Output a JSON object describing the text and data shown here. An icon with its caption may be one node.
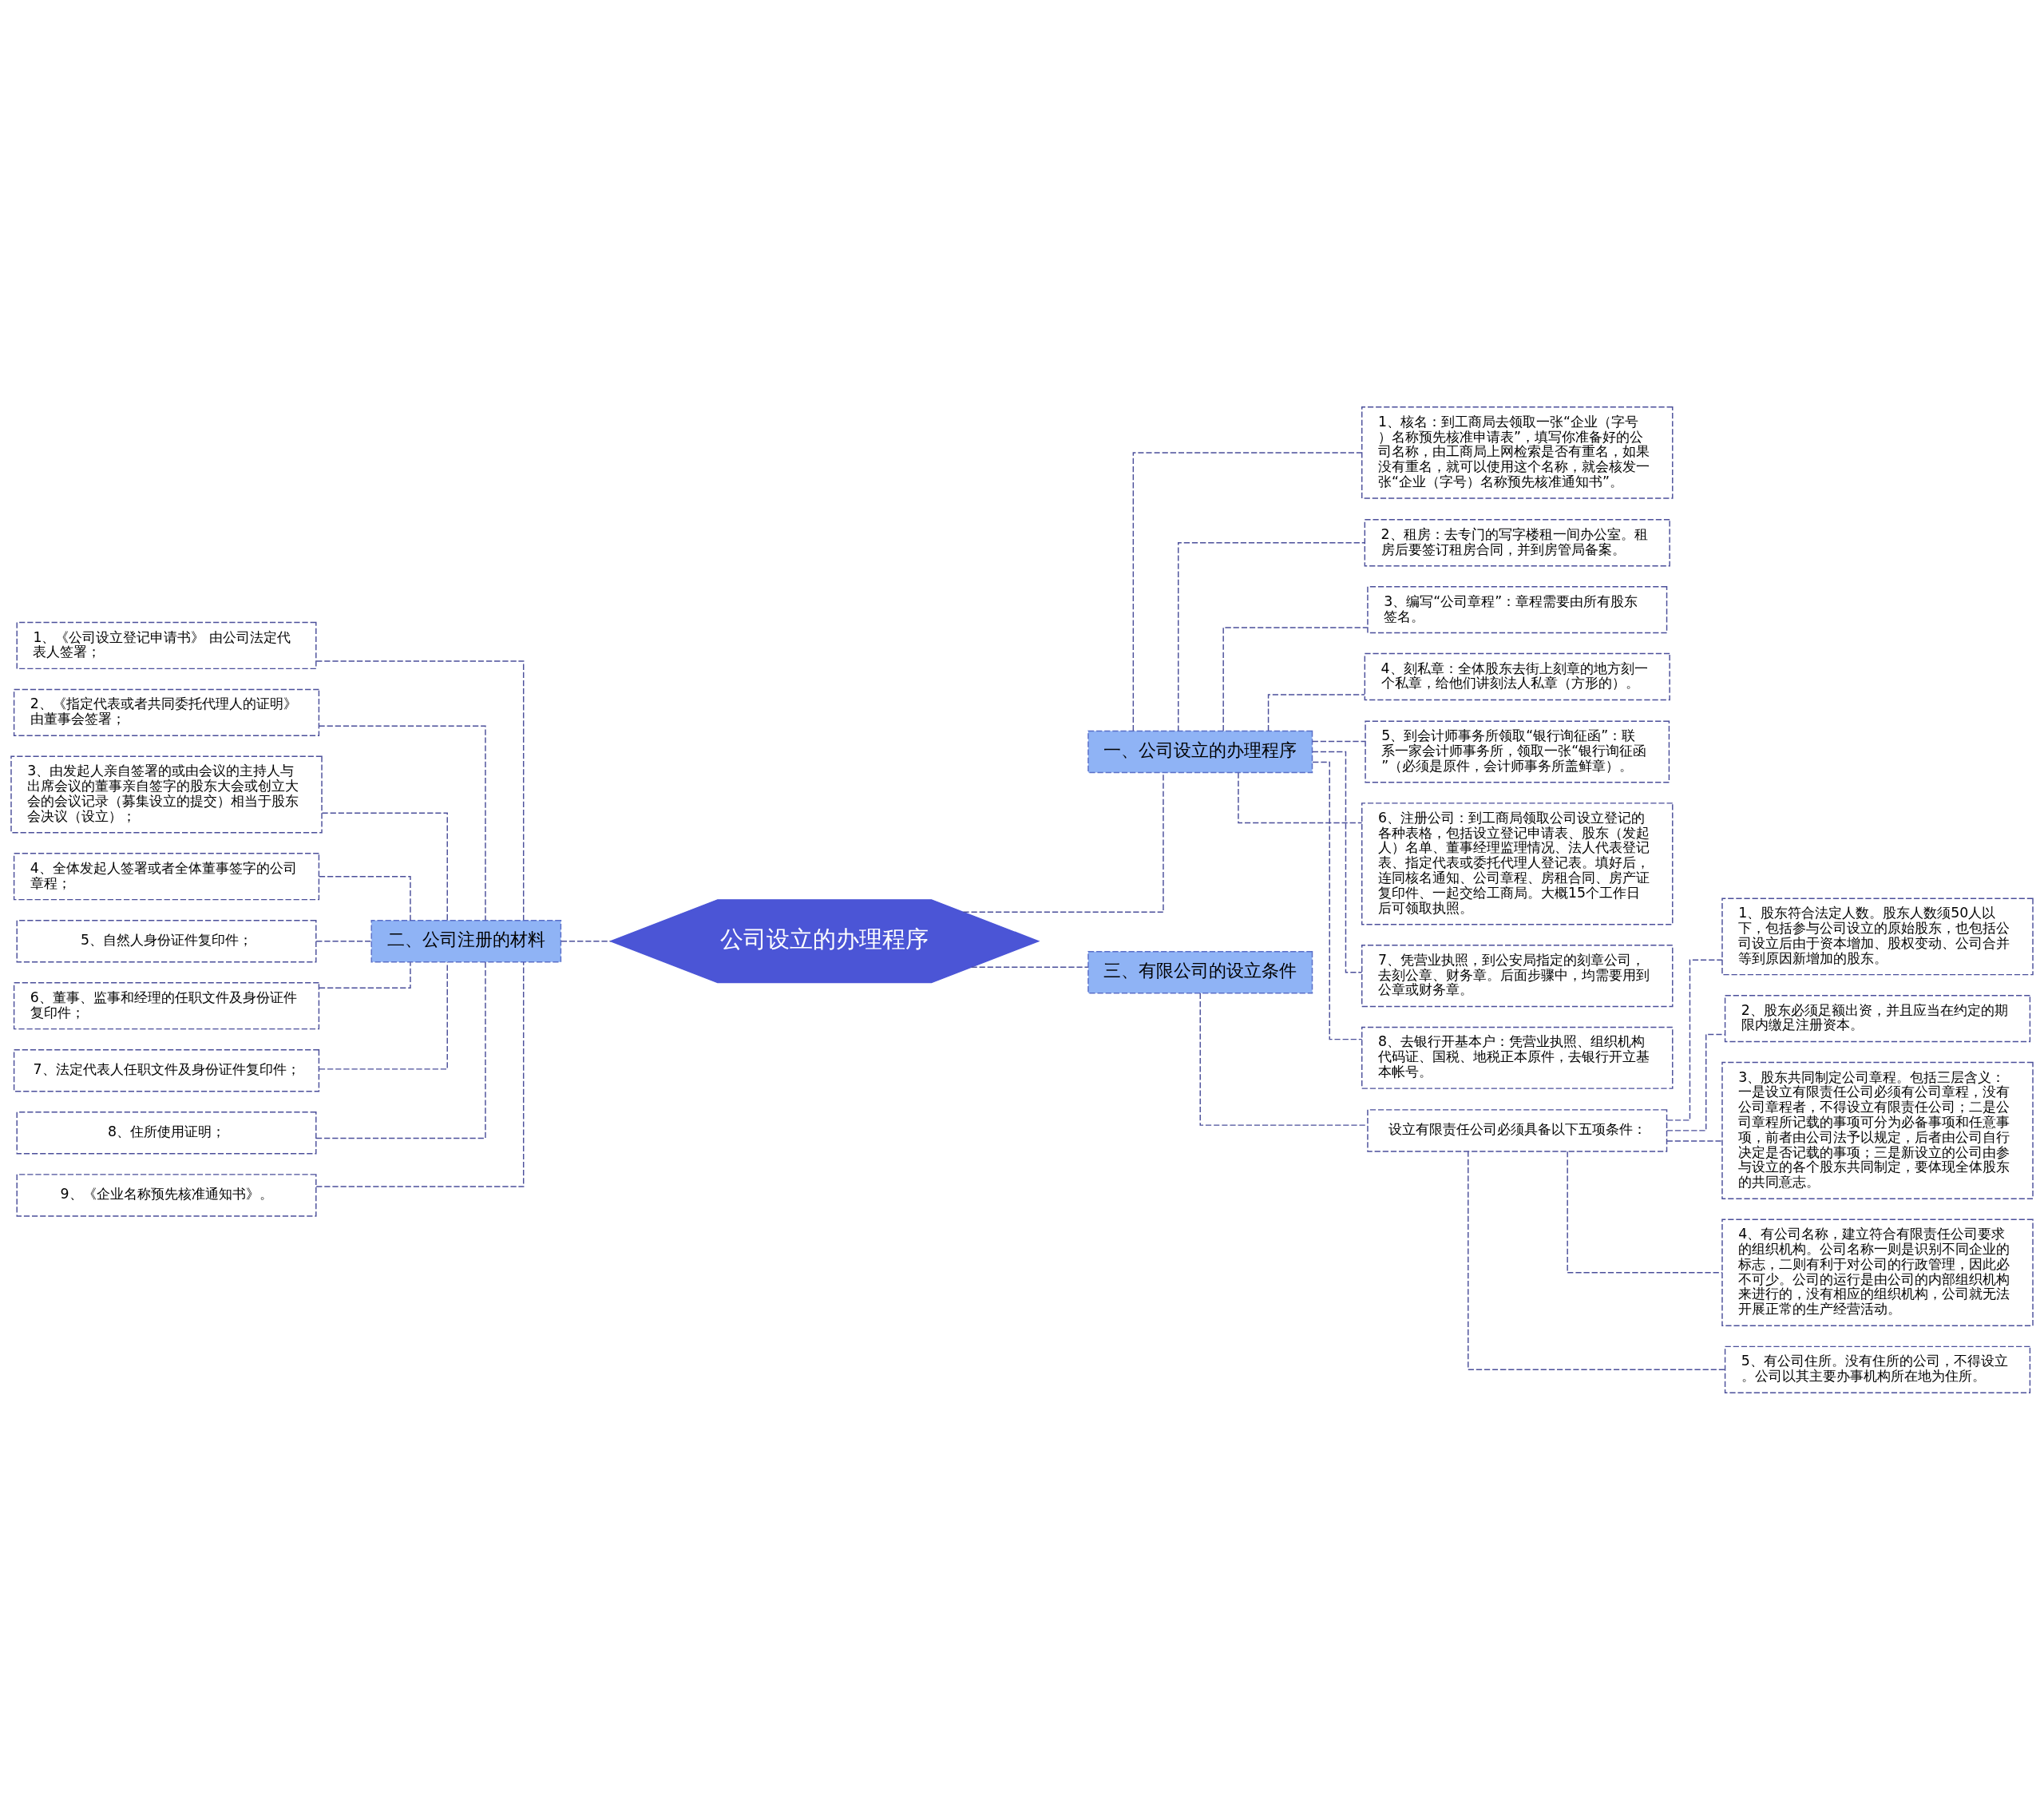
{
  "diagram": {
    "nodes": [
      {
        "text": [
          "公司设立的办理程序"
        ]
      },
      {
        "text": [
          "一、公司设立的办理程序"
        ]
      },
      {
        "text": [
          "1、核名：到工商局去领取一张“企业（字号）名称预先核准申请表”，填写你准备好的公司名称，由工商局上网检索是否有重名，如果没有重名，就可以使用这个名称，就会核发一张“企业（字号）名称预先核准通知书”。"
        ]
      },
      {
        "text": [
          "2、租房：去专门的写字楼租一间办公室。租房后要签订租房合同，并到房管局备案。"
        ]
      },
      {
        "text": [
          "3、编写“公司章程”：章程需要由所有股东签名。"
        ]
      },
      {
        "text": [
          "4、刻私章：全体股东去街上刻章的地方刻一个私章，给他们讲刻法人私章（方形的）。"
        ]
      },
      {
        "text": [
          "5、到会计师事务所领取“银行询征函”：联系一家会计师事务所，领取一张“银行询征函”（必须是原件，会计师事务所盖鲜章）。"
        ]
      },
      {
        "text": [
          "6、注册公司：到工商局领取公司设立登记的各种表格，包括设立登记申请表、股东（发起人）名单、董事经理监理情况、法人代表登记表、指定代表或委托代理人登记表。填好后，连同核名通知、公司章程、房租合同、房产证复印件、一起交给工商局。大概15个工作日后可领取执照。"
        ]
      },
      {
        "text": [
          "7、凭营业执照，到公安局指定的刻章公司，去刻公章、财务章。后面步骤中，均需要用到公章或财务章。"
        ]
      },
      {
        "text": [
          "8、去银行开基本户：凭营业执照、组织机构代码证、国税、地税正本原件，去银行开立基本帐号。"
        ]
      },
      {
        "text": [
          "二、公司注册的材料"
        ]
      },
      {
        "text": [
          "1、《公司设立登记申请书》 由公司法定代表人签署；"
        ]
      },
      {
        "text": [
          "2、《指定代表或者共同委托代理人的证明》由董事会签署；"
        ]
      },
      {
        "text": [
          "3、由发起人亲自签署的或由会议的主持人与出席会议的董事亲自签字的股东大会或创立大会的会议记录（募集设立的提交）相当于股东会决议（设立）；"
        ]
      },
      {
        "text": [
          "4、全体发起人签署或者全体董事签字的公司章程；"
        ]
      },
      {
        "text": [
          "5、自然人身份证件复印件；"
        ]
      },
      {
        "text": [
          "6、董事、监事和经理的任职文件及身份证件复印件；"
        ]
      },
      {
        "text": [
          "7、法定代表人任职文件及身份证件复印件；"
        ]
      },
      {
        "text": [
          "8、住所使用证明；"
        ]
      },
      {
        "text": [
          "9、《企业名称预先核准通知书》。"
        ]
      },
      {
        "text": [
          "三、有限公司的设立条件"
        ]
      },
      {
        "text": [
          "设立有限责任公司必须具备以下五项条件："
        ]
      },
      {
        "text": [
          "1、股东符合法定人数。股东人数须50人以下，包括参与公司设立的原始股东，也包括公司设立后由于资本增加、股权变动、公司合并等到原因新增加的股东。"
        ]
      },
      {
        "text": [
          "2、股东必须足额出资，并且应当在约定的期限内缴足注册资本。"
        ]
      },
      {
        "text": [
          "3、股东共同制定公司章程。包括三层含义：一是设立有限责任公司必须有公司章程，没有公司章程者，不得设立有限责任公司；二是公司章程所记载的事项可分为必备事项和任意事项，前者由公司法予以规定，后者由公司自行决定是否记载的事项；三是新设立的公司由参与设立的各个股东共同制定，要体现全体股东的共同意志。"
        ]
      },
      {
        "text": [
          "4、有公司名称，建立符合有限责任公司要求的组织机构。公司名称一则是识别不同企业的标志，二则有利于对公司的行政管理，因此必不可少。公司的运行是由公司的内部组织机构来进行的，没有相应的组织机构，公司就无法开展正常的生产经营活动。"
        ]
      },
      {
        "text": [
          "5、有公司住所。没有住所的公司，不得设立。公司以其主要办事机构所在地为住所。"
        ]
      }
    ],
    "edges": [
      {
        "from": 0,
        "to": 1,
        "arrow": "none",
        "style": "dashed"
      },
      {
        "from": 1,
        "to": 2,
        "arrow": "none",
        "style": "dashed"
      },
      {
        "from": 1,
        "to": 3,
        "arrow": "none",
        "style": "dashed"
      },
      {
        "from": 1,
        "to": 4,
        "arrow": "none",
        "style": "dashed"
      },
      {
        "from": 1,
        "to": 5,
        "arrow": "none",
        "style": "dashed"
      },
      {
        "from": 1,
        "to": 6,
        "arrow": "none",
        "style": "dashed"
      },
      {
        "from": 1,
        "to": 7,
        "arrow": "none",
        "style": "dashed"
      },
      {
        "from": 1,
        "to": 8,
        "arrow": "none",
        "style": "dashed"
      },
      {
        "from": 1,
        "to": 9,
        "arrow": "none",
        "style": "dashed"
      },
      {
        "from": 0,
        "to": 10,
        "arrow": "none",
        "style": "dashed"
      },
      {
        "from": 10,
        "to": 11,
        "arrow": "none",
        "style": "dashed"
      },
      {
        "from": 10,
        "to": 12,
        "arrow": "none",
        "style": "dashed"
      },
      {
        "from": 10,
        "to": 13,
        "arrow": "none",
        "style": "dashed"
      },
      {
        "from": 10,
        "to": 14,
        "arrow": "none",
        "style": "dashed"
      },
      {
        "from": 10,
        "to": 15,
        "arrow": "none",
        "style": "dashed"
      },
      {
        "from": 10,
        "to": 16,
        "arrow": "none",
        "style": "dashed"
      },
      {
        "from": 10,
        "to": 17,
        "arrow": "none",
        "style": "dashed"
      },
      {
        "from": 10,
        "to": 18,
        "arrow": "none",
        "style": "dashed"
      },
      {
        "from": 10,
        "to": 19,
        "arrow": "none",
        "style": "dashed"
      },
      {
        "from": 0,
        "to": 20,
        "arrow": "none",
        "style": "dashed"
      },
      {
        "from": 20,
        "to": 21,
        "arrow": "none",
        "style": "dashed"
      },
      {
        "from": 21,
        "to": 22,
        "arrow": "none",
        "style": "dashed"
      },
      {
        "from": 21,
        "to": 23,
        "arrow": "none",
        "style": "dashed"
      },
      {
        "from": 21,
        "to": 24,
        "arrow": "none",
        "style": "dashed"
      },
      {
        "from": 21,
        "to": 25,
        "arrow": "none",
        "style": "dashed"
      },
      {
        "from": 21,
        "to": 26,
        "arrow": "none",
        "style": "dashed"
      }
    ]
  }
}
